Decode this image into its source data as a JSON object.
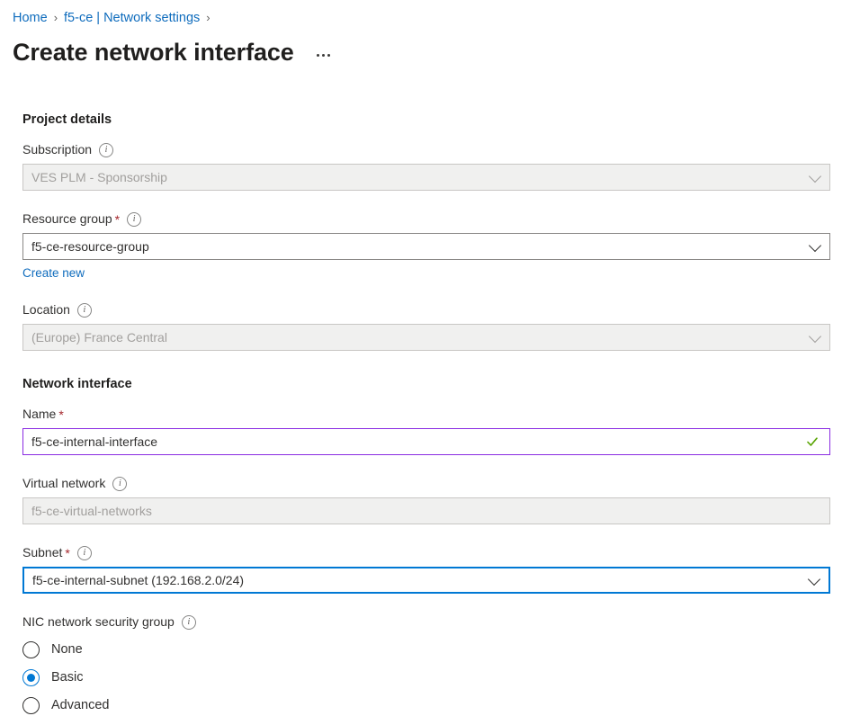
{
  "breadcrumb": {
    "items": [
      {
        "label": "Home"
      },
      {
        "label": "f5-ce | Network settings"
      }
    ],
    "separator": "›"
  },
  "header": {
    "title": "Create network interface",
    "more_actions_label": "More actions"
  },
  "sections": [
    {
      "heading": "Project details",
      "fields": [
        {
          "label": "Subscription",
          "required": false,
          "info": true,
          "value": "VES PLM - Sponsorship",
          "control": "dropdown",
          "state": "disabled"
        },
        {
          "label": "Resource group",
          "required": true,
          "info": true,
          "value": "f5-ce-resource-group",
          "control": "dropdown",
          "state": "enabled",
          "sub_link": "Create new"
        },
        {
          "label": "Location",
          "required": false,
          "info": true,
          "value": "(Europe) France Central",
          "control": "dropdown",
          "state": "disabled"
        }
      ]
    },
    {
      "heading": "Network interface",
      "fields": [
        {
          "label": "Name",
          "required": true,
          "info": false,
          "value": "f5-ce-internal-interface",
          "control": "text",
          "state": "validated"
        },
        {
          "label": "Virtual network",
          "required": false,
          "info": true,
          "value": "f5-ce-virtual-networks",
          "control": "text",
          "state": "disabled"
        },
        {
          "label": "Subnet",
          "required": true,
          "info": true,
          "value": "f5-ce-internal-subnet (192.168.2.0/24)",
          "control": "dropdown",
          "state": "focused"
        }
      ]
    }
  ],
  "nsg": {
    "label": "NIC network security group",
    "info": true,
    "selected": "Basic",
    "options": [
      {
        "label": "None",
        "selected": false
      },
      {
        "label": "Basic",
        "selected": true
      },
      {
        "label": "Advanced",
        "selected": false
      }
    ]
  },
  "colors": {
    "link": "#0f6cbd",
    "accent": "#0078d4",
    "required_star": "#a4262c",
    "validated_border": "#8a2be2",
    "success_check": "#57a300",
    "disabled_bg": "#f0f0ef"
  },
  "icons": {
    "info": "i",
    "check": "check-icon",
    "chevron": "chevron-down-icon"
  }
}
